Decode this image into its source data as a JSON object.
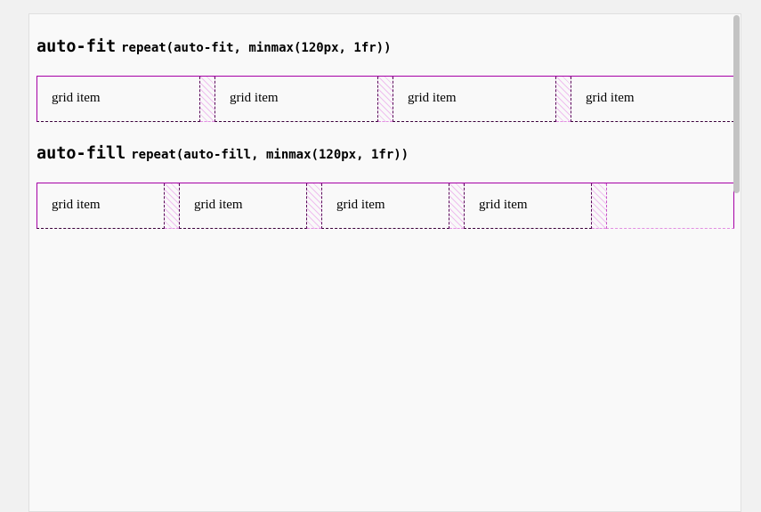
{
  "sections": {
    "fit": {
      "keyword": "auto-fit",
      "code": "repeat(auto-fit, minmax(120px, 1fr))"
    },
    "fill": {
      "keyword": "auto-fill",
      "code": "repeat(auto-fill, minmax(120px, 1fr))"
    }
  },
  "item_label": "grid item",
  "colors": {
    "grid_line": "#a600a6",
    "gap_hatch": "#e78de7",
    "scrollbar": "#c3c3c3"
  }
}
